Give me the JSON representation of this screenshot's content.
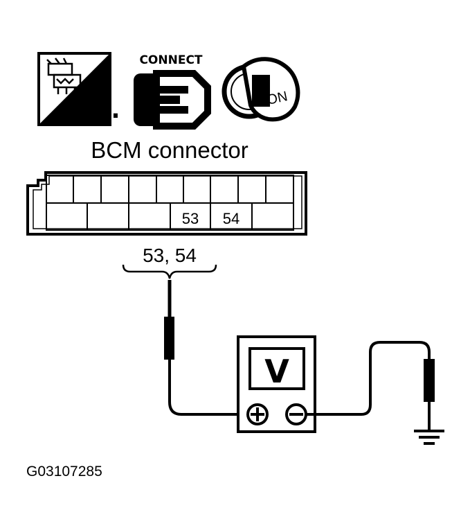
{
  "icons": {
    "harness_label": "H.S.",
    "connect_label": "CONNECT",
    "ignition_label": "ON"
  },
  "connector": {
    "title": "BCM connector",
    "terminal_a": "53",
    "terminal_b": "54",
    "probe_label": "53, 54"
  },
  "meter": {
    "display": "V",
    "positive_symbol": "+",
    "negative_symbol": "−"
  },
  "figure_id": "G03107285",
  "colors": {
    "ink": "#000000",
    "background": "#ffffff"
  }
}
